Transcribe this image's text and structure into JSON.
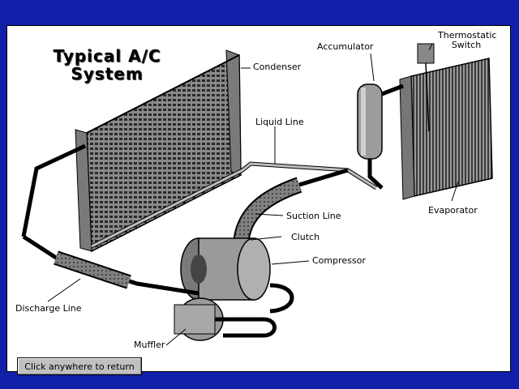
{
  "diagram": {
    "title_line1": "Typical A/C",
    "title_line2": "System",
    "labels": {
      "condenser": "Condenser",
      "accumulator": "Accumulator",
      "thermostatic_switch_line1": "Thermostatic",
      "thermostatic_switch_line2": "Switch",
      "liquid_line": "Liquid Line",
      "evaporator": "Evaporator",
      "suction_line": "Suction Line",
      "clutch": "Clutch",
      "compressor": "Compressor",
      "discharge_line": "Discharge Line",
      "muffler": "Muffler"
    }
  },
  "return_button": {
    "label": "Click anywhere to return"
  },
  "colors": {
    "background": "#0f1fa8",
    "panel": "#ffffff",
    "metal": "#9a9a9a",
    "button": "#c0c0c0"
  }
}
